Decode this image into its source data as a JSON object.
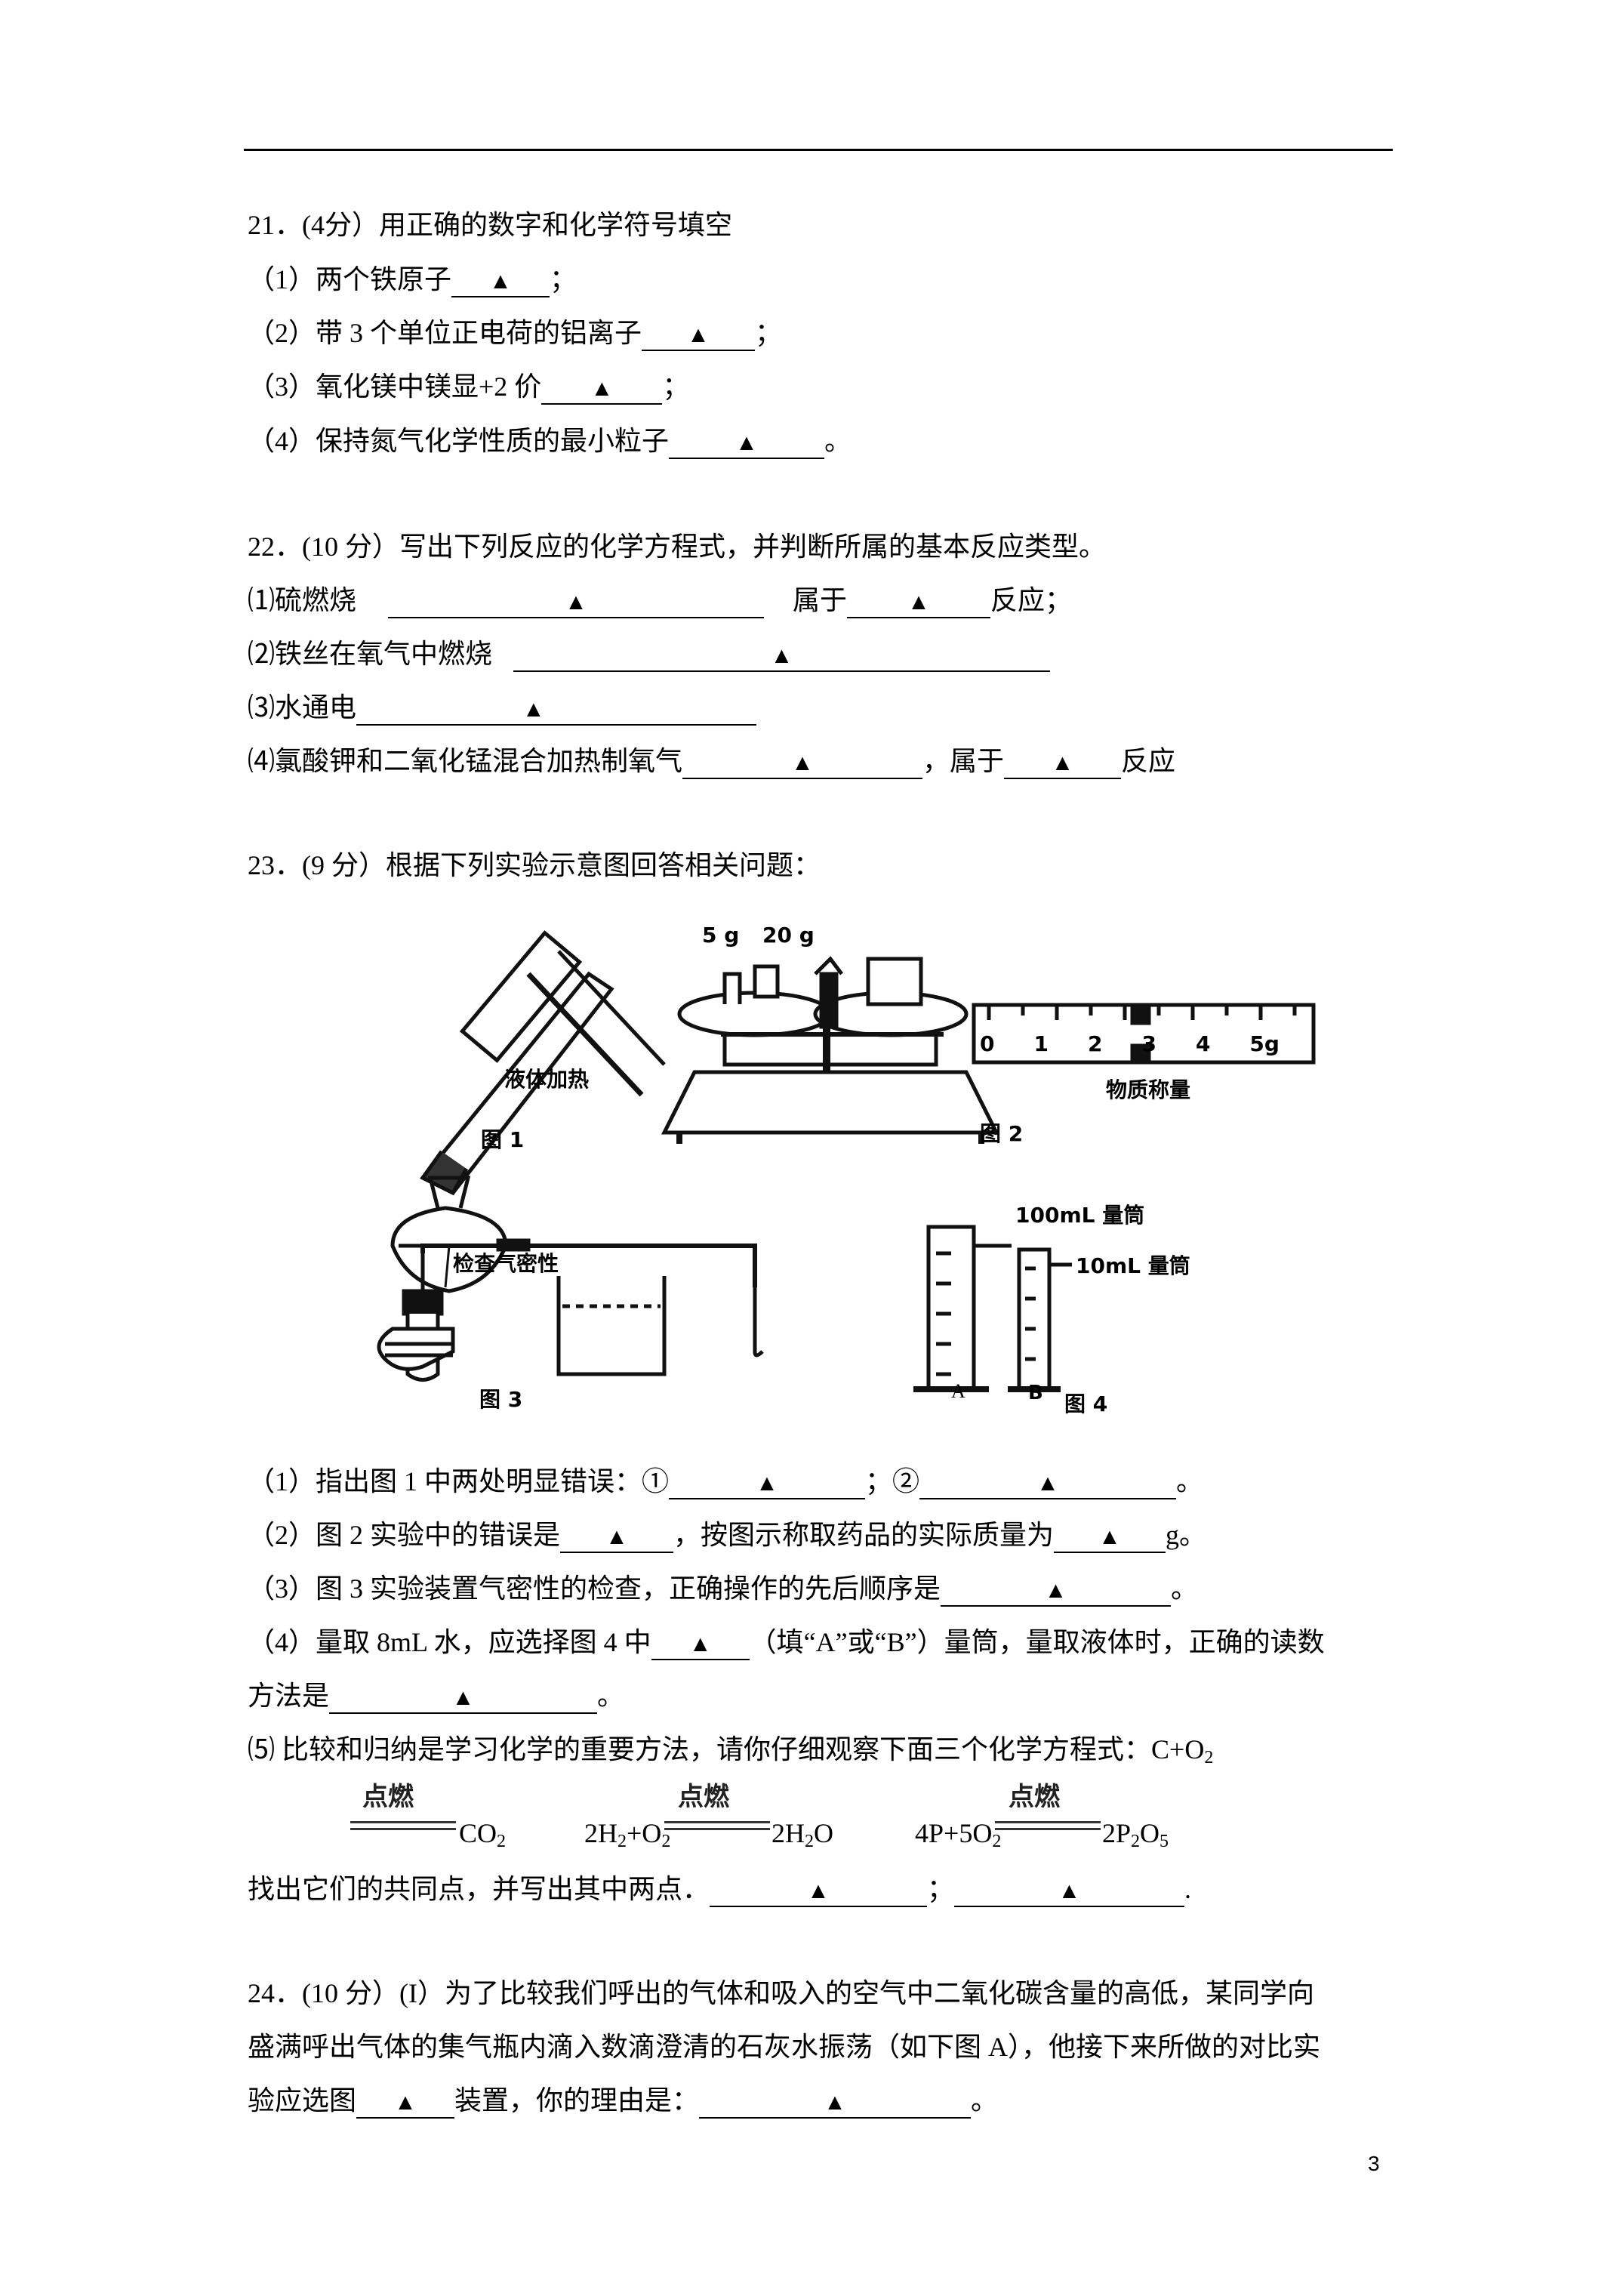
{
  "marker": "▲",
  "q21": {
    "title": "21．(4分）用正确的数字和化学符号填空",
    "items": [
      {
        "pre": "（1）两个铁原子",
        "post": "；"
      },
      {
        "pre": "（2）带 3 个单位正电荷的铝离子",
        "post": "；"
      },
      {
        "pre": "（3）氧化镁中镁显+2 价",
        "post": "；"
      },
      {
        "pre": "（4）保持氮气化学性质的最小粒子",
        "post": "。"
      }
    ]
  },
  "q22": {
    "title": "22．(10 分）写出下列反应的化学方程式，并判断所属的基本反应类型。",
    "items": [
      {
        "pre": "⑴硫燃烧",
        "mid": "属于",
        "post": "反应；"
      },
      {
        "pre": "⑵铁丝在氧气中燃烧"
      },
      {
        "pre": "⑶水通电"
      },
      {
        "pre": "⑷氯酸钾和二氧化锰混合加热制氧气",
        "mid": "，属于",
        "post": "反应"
      }
    ]
  },
  "q23": {
    "title": "23．(9 分）根据下列实验示意图回答相关问题：",
    "figure": {
      "fig1_label": "液体加热",
      "fig1_caption": "图 1",
      "fig2_weights": [
        "5 g",
        "20 g"
      ],
      "fig2_scale_ticks": [
        "0",
        "1",
        "2",
        "3",
        "4",
        "5g"
      ],
      "fig2_label": "物质称量",
      "fig2_caption": "图 2",
      "fig3_label": "检查气密性",
      "fig3_caption": "图 3",
      "fig4_label_a": "100mL 量筒",
      "fig4_label_b": "10mL 量筒",
      "fig4_a": "A",
      "fig4_b": "B",
      "fig4_caption": "图 4"
    },
    "q1": {
      "pre": "（1）指出图 1 中两处明显错误：①",
      "mid": "；②",
      "post": "。"
    },
    "q2": {
      "pre": "（2）图 2 实验中的错误是",
      "mid": "，按图示称取药品的实际质量为",
      "post": "g。"
    },
    "q3": {
      "pre": "（3）图 3 实验装置气密性的检查，正确操作的先后顺序是",
      "post": "。"
    },
    "q4": {
      "pre": "（4）量取 8mL 水，应选择图 4 中",
      "post": "（填“A”或“B”）量筒，量取液体时，正确的读数"
    },
    "q4b": {
      "pre": "方法是",
      "post": "。"
    },
    "q5": {
      "text": "⑸ 比较和归纳是学习化学的重要方法，请你仔细观察下面三个化学方程式：C+O"
    },
    "condition": "点燃",
    "eq1_tail": "CO",
    "eq2_left": "2H",
    "eq2_plus": "+O",
    "eq2_right": "2H",
    "eq2_right_tail": "O",
    "eq3_left": "4P+5O",
    "eq3_right": "2P",
    "eq3_right_mid": "O",
    "sub2": "2",
    "sub5": "5",
    "q5b": {
      "pre": "找出它们的共同点，并写出其中两点．",
      "mid": "；",
      "post": "."
    }
  },
  "q24": {
    "line1": "24．(10 分）(I）为了比较我们呼出的气体和吸入的空气中二氧化碳含量的高低，某同学向",
    "line2": "盛满呼出气体的集气瓶内滴入数滴澄清的石灰水振荡（如下图 A），他接下来所做的对比实",
    "line3_pre": "验应选图",
    "line3_mid": "装置，你的理由是：",
    "line3_post": "。"
  },
  "page_number": "3"
}
